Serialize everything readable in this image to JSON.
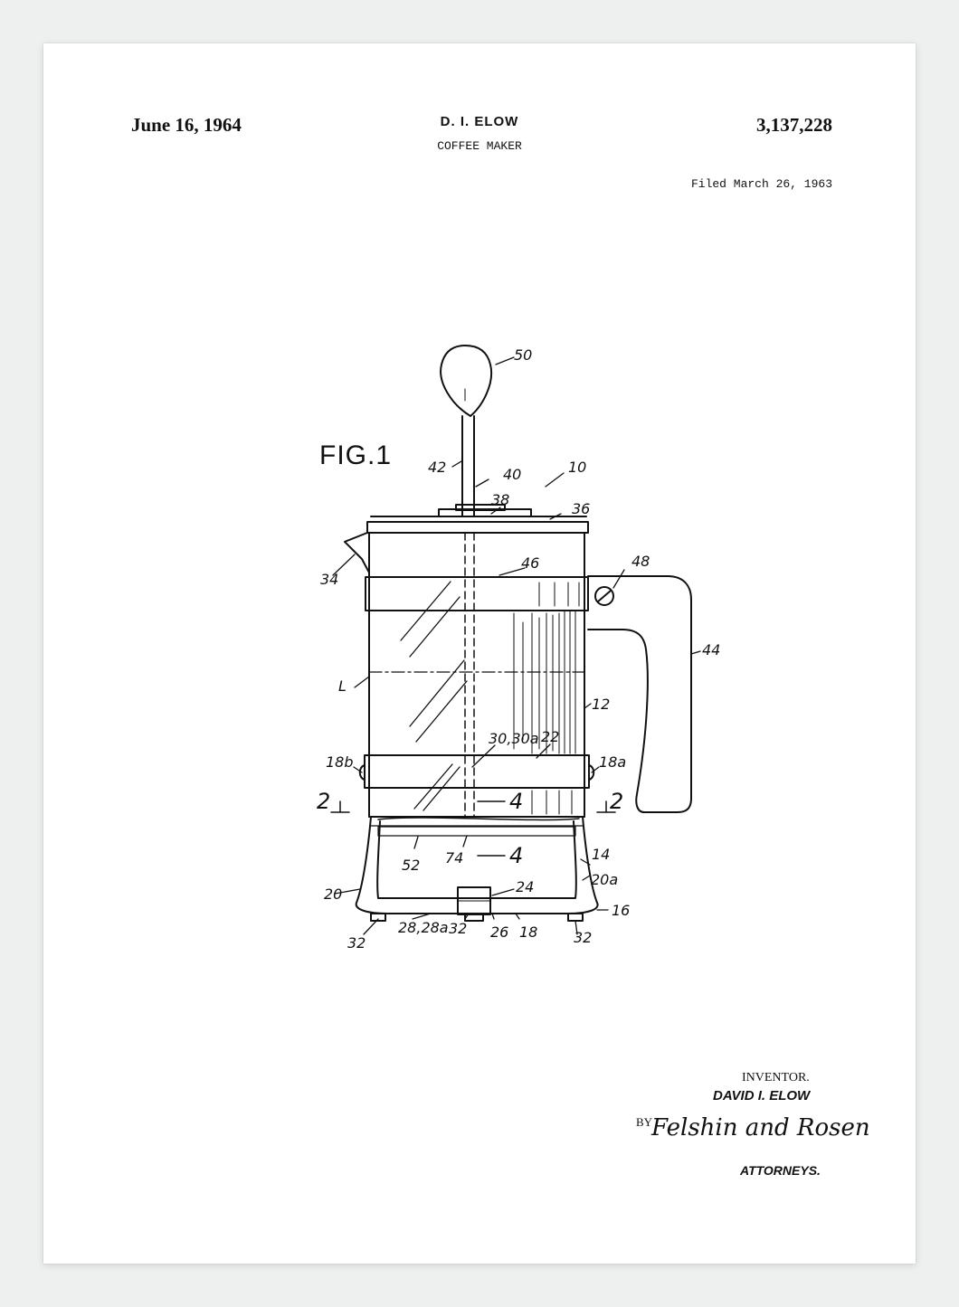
{
  "header": {
    "date": "June 16, 1964",
    "inventor_short": "D. I. ELOW",
    "title": "COFFEE MAKER",
    "patent_number": "3,137,228",
    "filed": "Filed March 26, 1963"
  },
  "figure": {
    "label": "FIG.1",
    "refs": {
      "r50": "50",
      "r42": "42",
      "r40": "40",
      "r10": "10",
      "r38": "38",
      "r36": "36",
      "r34": "34",
      "r46": "46",
      "r48": "48",
      "r44": "44",
      "rL": "L",
      "r12": "12",
      "r30": "30,30a",
      "r22": "22",
      "r18b": "18b",
      "r18a": "18a",
      "r2l": "2",
      "r2r": "2",
      "r4a": "4",
      "r4b": "4",
      "r52": "52",
      "r74": "74",
      "r14": "14",
      "r20a": "20a",
      "r24": "24",
      "r20": "20",
      "r16": "16",
      "r32a": "32",
      "r28": "28,28a",
      "r32b": "32",
      "r26": "26",
      "r18": "18",
      "r32c": "32"
    }
  },
  "signature": {
    "inventor_label": "INVENTOR.",
    "inventor_name": "DAVID I. ELOW",
    "by": "BY",
    "attorneys_signature": "Felshin and Rosen",
    "attorneys_label": "ATTORNEYS."
  }
}
